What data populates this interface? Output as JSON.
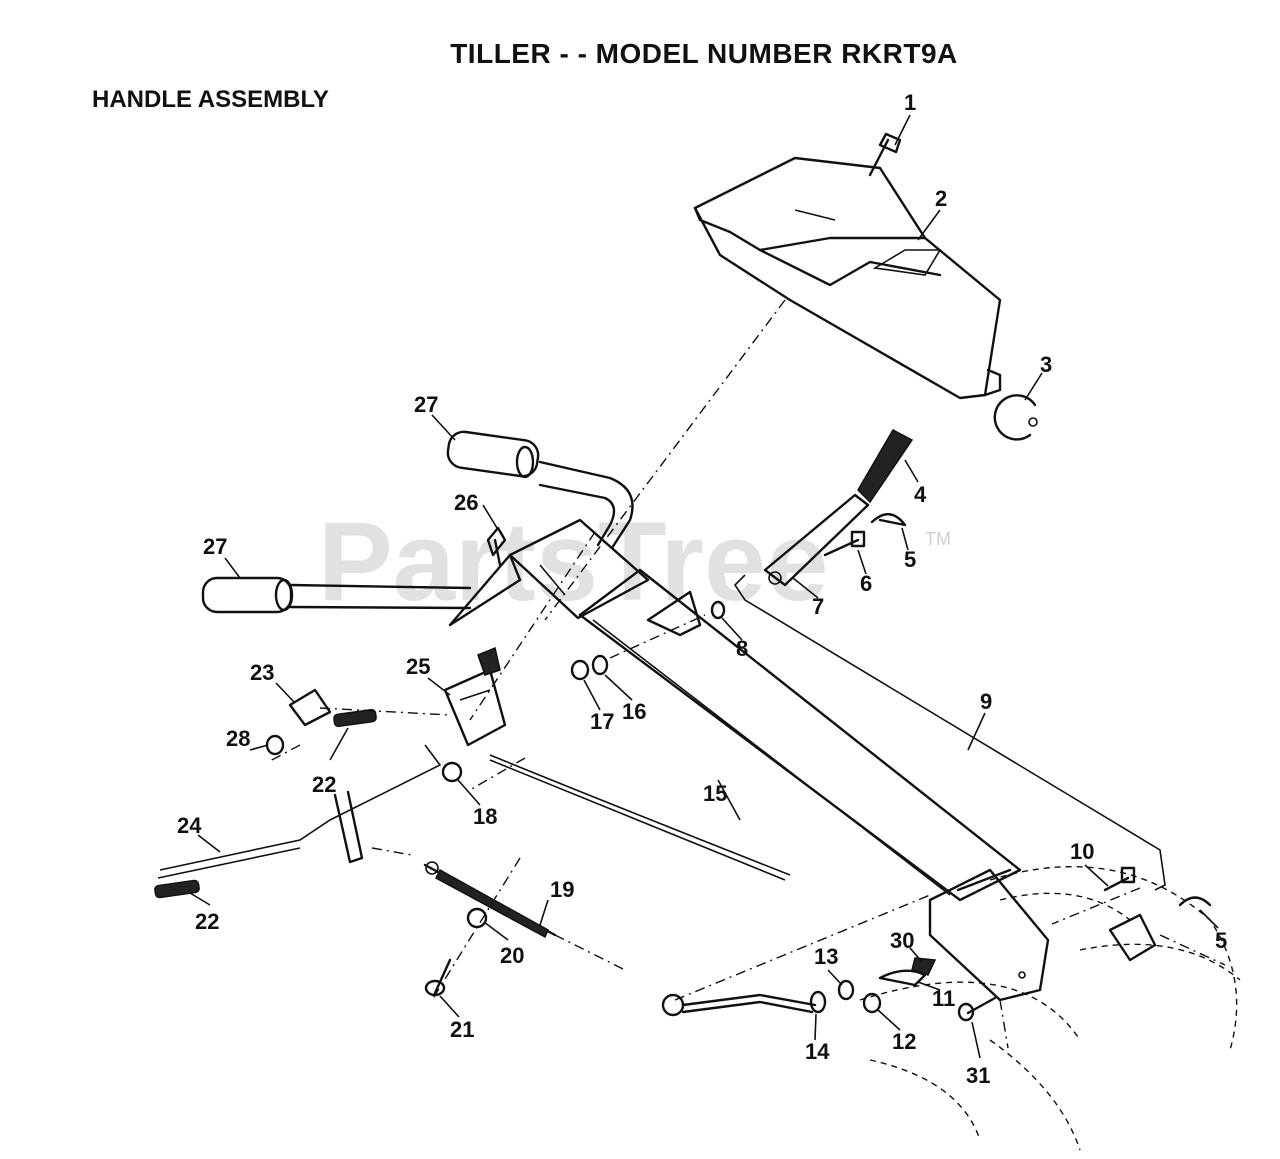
{
  "header": {
    "title": "TILLER - - MODEL NUMBER RKRT9A",
    "subtitle": "HANDLE ASSEMBLY"
  },
  "watermark": {
    "text": "PartsTree",
    "mark": "TM"
  },
  "callouts": {
    "c1": "1",
    "c2": "2",
    "c3": "3",
    "c4": "4",
    "c5a": "5",
    "c5b": "5",
    "c6": "6",
    "c7": "7",
    "c8": "8",
    "c9": "9",
    "c10": "10",
    "c11": "11",
    "c12": "12",
    "c13": "13",
    "c14": "14",
    "c15": "15",
    "c16": "16",
    "c17": "17",
    "c18": "18",
    "c19": "19",
    "c20": "20",
    "c21": "21",
    "c22a": "22",
    "c22b": "22",
    "c23": "23",
    "c24": "24",
    "c25": "25",
    "c26": "26",
    "c27a": "27",
    "c27b": "27",
    "c28": "28",
    "c30": "30",
    "c31": "31"
  }
}
